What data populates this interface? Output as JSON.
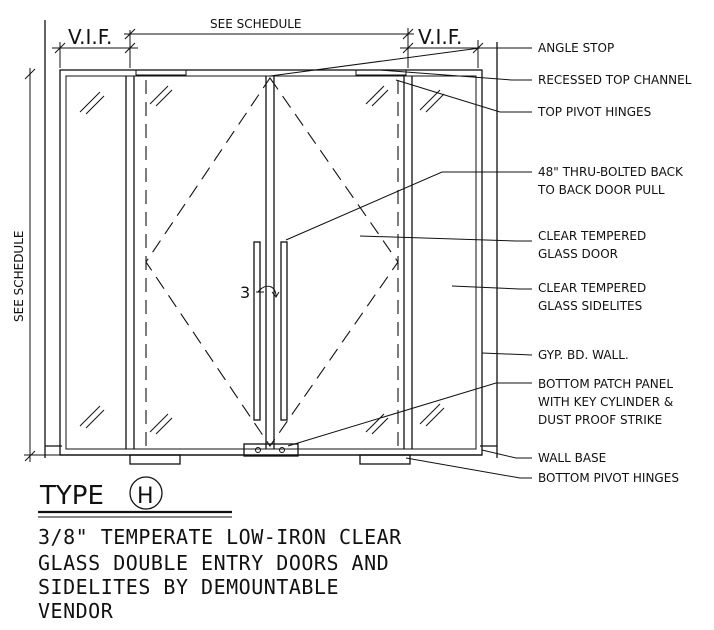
{
  "dimensions": {
    "vif_left": "V.I.F.",
    "vif_right": "V.I.F.",
    "top_schedule": "SEE SCHEDULE",
    "side_schedule": "SEE SCHEDULE",
    "angle_note": "3"
  },
  "callouts": [
    {
      "id": "angle-stop",
      "lines": [
        "ANGLE STOP"
      ]
    },
    {
      "id": "recessed-top-channel",
      "lines": [
        "RECESSED TOP CHANNEL"
      ]
    },
    {
      "id": "top-pivot-hinges",
      "lines": [
        "TOP PIVOT HINGES"
      ]
    },
    {
      "id": "door-pull",
      "lines": [
        "48\" THRU-BOLTED BACK",
        "TO BACK DOOR PULL"
      ]
    },
    {
      "id": "glass-door",
      "lines": [
        "CLEAR TEMPERED",
        "GLASS DOOR"
      ]
    },
    {
      "id": "glass-sidelites",
      "lines": [
        "CLEAR TEMPERED",
        "GLASS SIDELITES"
      ]
    },
    {
      "id": "gyp-wall",
      "lines": [
        "GYP. BD. WALL."
      ]
    },
    {
      "id": "bottom-patch-panel",
      "lines": [
        "BOTTOM PATCH PANEL",
        "WITH KEY CYLINDER &",
        "DUST PROOF STRIKE"
      ]
    },
    {
      "id": "wall-base",
      "lines": [
        "WALL BASE"
      ]
    },
    {
      "id": "bottom-pivot-hinges",
      "lines": [
        "BOTTOM PIVOT HINGES"
      ]
    }
  ],
  "type_label": {
    "prefix": "TYPE",
    "letter": "H"
  },
  "description": [
    "3/8\" TEMPERATE LOW-IRON CLEAR",
    "GLASS DOUBLE ENTRY DOORS AND",
    "SIDELITES BY DEMOUNTABLE",
    "VENDOR"
  ]
}
